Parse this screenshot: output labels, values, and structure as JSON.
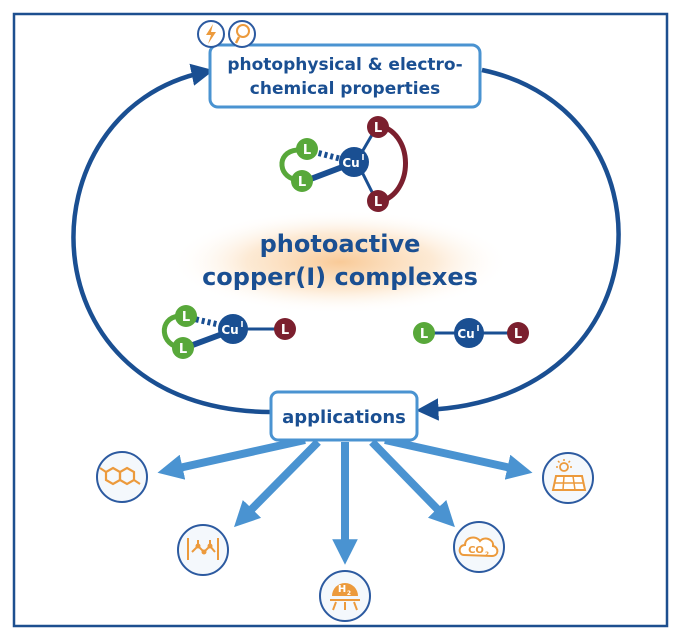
{
  "top_box": {
    "line1": "photophysical & electro-",
    "line2": "chemical properties"
  },
  "center_title": {
    "line1": "photoactive",
    "line2": "copper(I) complexes"
  },
  "applications_label": "applications",
  "ligand_letter": "L",
  "copper_label": "Cu",
  "copper_sup": "I",
  "h2_label": "H",
  "h2_sub": "2",
  "co2_label": "CO",
  "co2_sub": "2",
  "colors": {
    "frame": "#1d4f8f",
    "dark_blue": "#1a4f92",
    "arrow_blue": "#4a93d1",
    "green": "#58a83a",
    "maroon": "#7b1f2e",
    "orange": "#ec9a3c",
    "icon_border": "#2c5aa0",
    "icon_bg": "#f4f8fc"
  },
  "icons": [
    "lightning-icon",
    "lightbulb-icon",
    "organic-synthesis-icon",
    "polymer-icon",
    "hydrogen-icon",
    "co2-reduction-icon",
    "solar-cell-icon"
  ]
}
